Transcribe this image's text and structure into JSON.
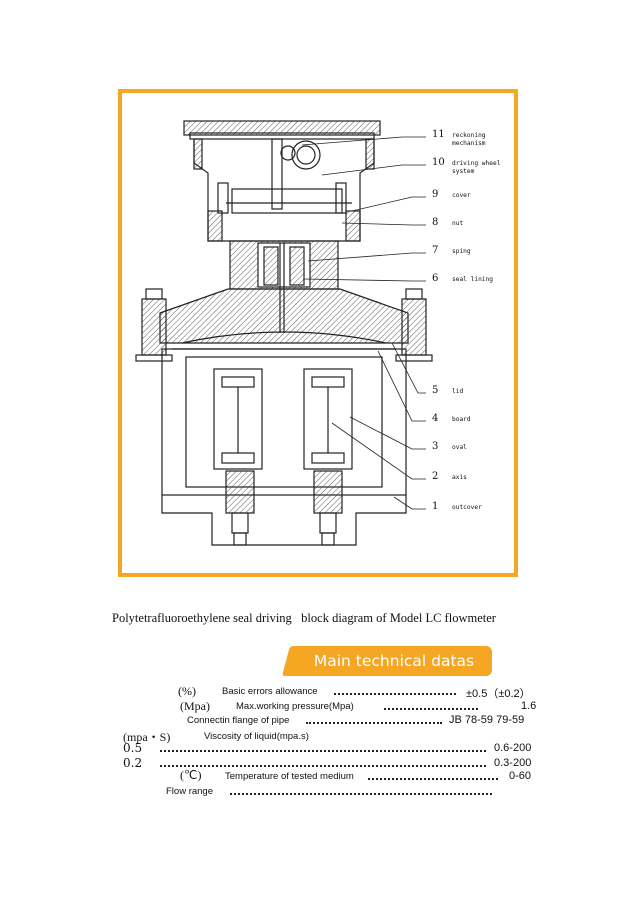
{
  "parts": [
    {
      "num": "11",
      "label": "reckoning\nmechanism"
    },
    {
      "num": "10",
      "label": "driving wheel\nsystem"
    },
    {
      "num": "9",
      "label": "cover"
    },
    {
      "num": "8",
      "label": "nut"
    },
    {
      "num": "7",
      "label": "sping"
    },
    {
      "num": "6",
      "label": "seal lining"
    },
    {
      "num": "5",
      "label": "lid"
    },
    {
      "num": "4",
      "label": "board"
    },
    {
      "num": "3",
      "label": "oval"
    },
    {
      "num": "2",
      "label": "axis"
    },
    {
      "num": "1",
      "label": "outcover"
    }
  ],
  "caption": "Polytetrafluoroethylene seal driving   block diagram of Model LC flowmeter",
  "section_title": "Main technical datas",
  "specs": {
    "basic_errors": {
      "unit": "(%)",
      "label": "Basic errors allowance",
      "value": "±0.5（±0.2）"
    },
    "pressure": {
      "unit": "(Mpa)",
      "label": "Max.working pressure(Mpa)",
      "value": "1.6"
    },
    "flange": {
      "label": "Connectin flange of pipe",
      "value": "JB 78-59 79-59"
    },
    "viscosity": {
      "unit": "(mpa・S)",
      "label": "Viscosity of liquid(mpa.s)"
    },
    "visc_row1": {
      "prefix": "0.5",
      "value": "0.6-200"
    },
    "visc_row2": {
      "prefix": "0.2",
      "value": "0.3-200"
    },
    "temperature": {
      "unit": "(℃)",
      "label": "Temperature of tested medium",
      "value": "0-60"
    },
    "flow": {
      "label": "Flow range"
    }
  }
}
